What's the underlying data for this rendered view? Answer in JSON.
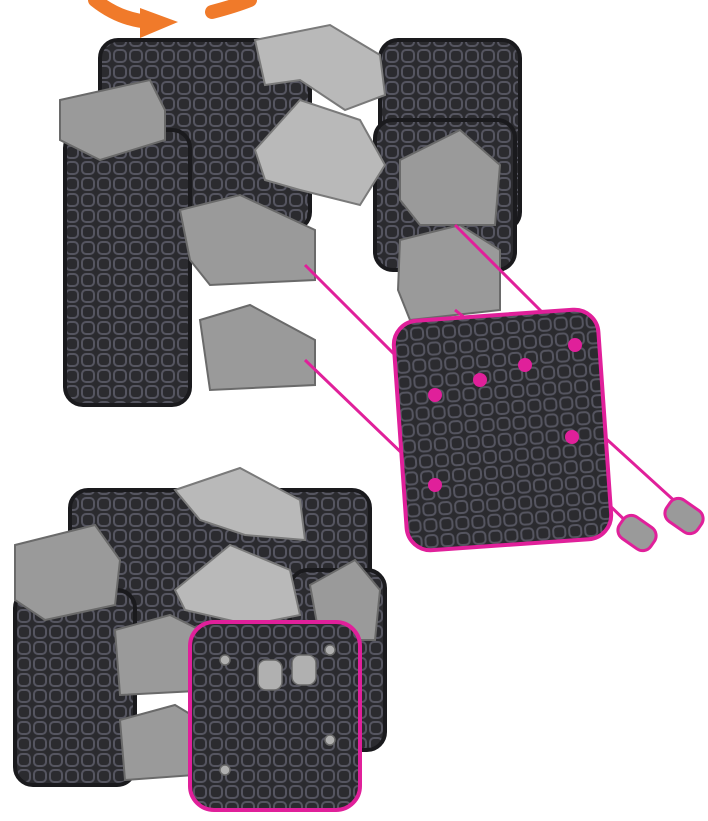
{
  "figure": {
    "kind": "assembly-instruction-step",
    "caption": "",
    "views": [
      {
        "id": "exploded",
        "description_label": ""
      },
      {
        "id": "assembled",
        "description_label": ""
      }
    ]
  },
  "colors": {
    "background": "#ffffff",
    "panel_dark": "#2b2b2f",
    "panel_grid": "#4a4a50",
    "bracket_gray": "#9a9a9a",
    "bracket_light": "#b9b9b9",
    "highlight_magenta": "#e0209a",
    "rotate_arrow_orange": "#f07a2a"
  },
  "parts": [
    {
      "name": "rotate-arrow",
      "count": 1
    },
    {
      "name": "grid-panel",
      "count": 5
    },
    {
      "name": "corner-bracket",
      "count": 7
    },
    {
      "name": "highlighted-panel",
      "count": 1
    },
    {
      "name": "connector-pin",
      "count": 2
    },
    {
      "name": "guide-line",
      "count": 6
    }
  ]
}
